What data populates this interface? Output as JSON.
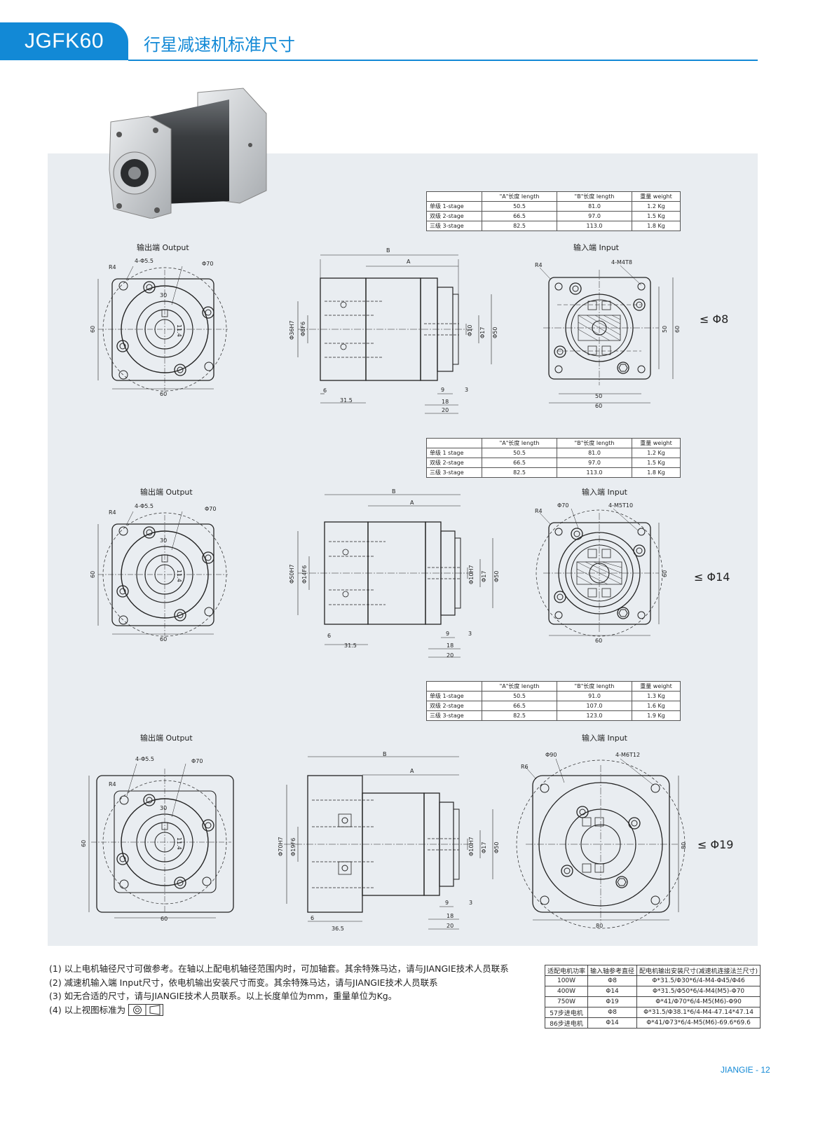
{
  "header": {
    "code": "JGFK60",
    "title": "行星减速机标准尺寸"
  },
  "colors": {
    "accent": "#1289d6",
    "panel": "#e9edf1"
  },
  "tables": [
    {
      "headers": [
        "",
        "\"A\"长度 length",
        "\"B\"长度 length",
        "重量 weight"
      ],
      "rows": [
        [
          "单级 1-stage",
          "50.5",
          "81.0",
          "1.2 Kg"
        ],
        [
          "双级 2-stage",
          "66.5",
          "97.0",
          "1.5 Kg"
        ],
        [
          "三级 3-stage",
          "82.5",
          "113.0",
          "1.8 Kg"
        ]
      ]
    },
    {
      "headers": [
        "",
        "\"A\"长度 length",
        "\"B\"长度 length",
        "重量 weight"
      ],
      "rows": [
        [
          "单级 1 stage",
          "50.5",
          "81.0",
          "1.2 Kg"
        ],
        [
          "双级 2-stage",
          "66.5",
          "97.0",
          "1.5 Kg"
        ],
        [
          "三级 3-stage",
          "82.5",
          "113.0",
          "1.8 Kg"
        ]
      ]
    },
    {
      "headers": [
        "",
        "\"A\"长度 length",
        "\"B\"长度 length",
        "重量 weight"
      ],
      "rows": [
        [
          "单级 1-stage",
          "50.5",
          "91.0",
          "1.3 Kg"
        ],
        [
          "双级 2-stage",
          "66.5",
          "107.0",
          "1.6 Kg"
        ],
        [
          "三级 3-stage",
          "82.5",
          "123.0",
          "1.9 Kg"
        ]
      ]
    }
  ],
  "views": [
    {
      "output_label": "输出端 Output",
      "input_label": "输入端 Input",
      "bore": "≤ Φ8",
      "out": {
        "r": "R4",
        "holes": "4-Φ5.5",
        "pcd": "Φ70",
        "w": "60",
        "h": "60",
        "a": "30",
        "b": "11.4"
      },
      "side": {
        "B": "B",
        "A": "A",
        "d1": "Φ36H7",
        "d2": "Φ8F6",
        "d3": "Φ10",
        "d4": "Φ17",
        "d5": "Φ50",
        "l1": "6",
        "l2": "31.5",
        "l3": "9",
        "l4": "3",
        "l5": "18",
        "l6": "20"
      },
      "inp": {
        "r": "R4",
        "holes": "4-M4T8",
        "pcd": "",
        "h1": "50",
        "h2": "60",
        "w1": "50",
        "w2": "60"
      }
    },
    {
      "output_label": "输出端 Output",
      "input_label": "输入端 Input",
      "bore": "≤ Φ14",
      "out": {
        "r": "R4",
        "holes": "4-Φ5.5",
        "pcd": "Φ70",
        "w": "60",
        "h": "60",
        "a": "30",
        "b": "11.4"
      },
      "side": {
        "B": "B",
        "A": "A",
        "d1": "Φ50H7",
        "d2": "Φ14F6",
        "d3": "Φ10H7",
        "d4": "Φ17",
        "d5": "Φ50",
        "l1": "6",
        "l2": "31.5",
        "l3": "9",
        "l4": "3",
        "l5": "18",
        "l6": "20"
      },
      "inp": {
        "r": "R4",
        "holes": "4-M5T10",
        "pcd": "Φ70",
        "h1": "",
        "h2": "60",
        "w1": "",
        "w2": "60"
      }
    },
    {
      "output_label": "输出端 Output",
      "input_label": "输入端 Input",
      "bore": "≤ Φ19",
      "out": {
        "r": "R4",
        "holes": "4-Φ5.5",
        "pcd": "Φ70",
        "w": "60",
        "h": "60",
        "a": "30",
        "b": "11.4"
      },
      "side": {
        "B": "B",
        "A": "A",
        "d1": "Φ70H7",
        "d2": "Φ19F6",
        "d3": "Φ10H7",
        "d4": "Φ17",
        "d5": "Φ50",
        "l1": "6",
        "l2": "36.5",
        "l3": "9",
        "l4": "3",
        "l5": "18",
        "l6": "20"
      },
      "inp": {
        "r": "R6",
        "holes": "4-M6T12",
        "pcd": "Φ90",
        "h1": "",
        "h2": "80",
        "w1": "",
        "w2": "80"
      }
    }
  ],
  "notes": [
    "(1) 以上电机轴径尺寸可做参考。在轴以上配电机轴径范围内时，可加轴套。其余特殊马达，请与JIANGIE技术人员联系",
    "(2) 减速机输入端 Input尺寸，依电机输出安装尺寸而变。其余特殊马达，请与JIANGIE技术人员联系",
    "(3) 如无合适的尺寸，请与JIANGIE技术人员联系。以上长度单位为mm，重量单位为Kg。",
    "(4) 以上视图标准为"
  ],
  "motor_table": {
    "headers": [
      "适配电机功率",
      "输入轴参考直径",
      "配电机输出安装尺寸(减速机连接法兰尺寸)"
    ],
    "rows": [
      [
        "100W",
        "Φ8",
        "Φ*31.5/Φ30*6/4-M4-Φ45/Φ46"
      ],
      [
        "400W",
        "Φ14",
        "Φ*31.5/Φ50*6/4-M4(M5)-Φ70"
      ],
      [
        "750W",
        "Φ19",
        "Φ*41/Φ70*6/4-M5(M6)-Φ90"
      ],
      [
        "57步进电机",
        "Φ8",
        "Φ*31.5/Φ38.1*6/4-M4-47.14*47.14"
      ],
      [
        "86步进电机",
        "Φ14",
        "Φ*41/Φ73*6/4-M5(M6)-69.6*69.6"
      ]
    ]
  },
  "footer": "JIANGIE - 12"
}
